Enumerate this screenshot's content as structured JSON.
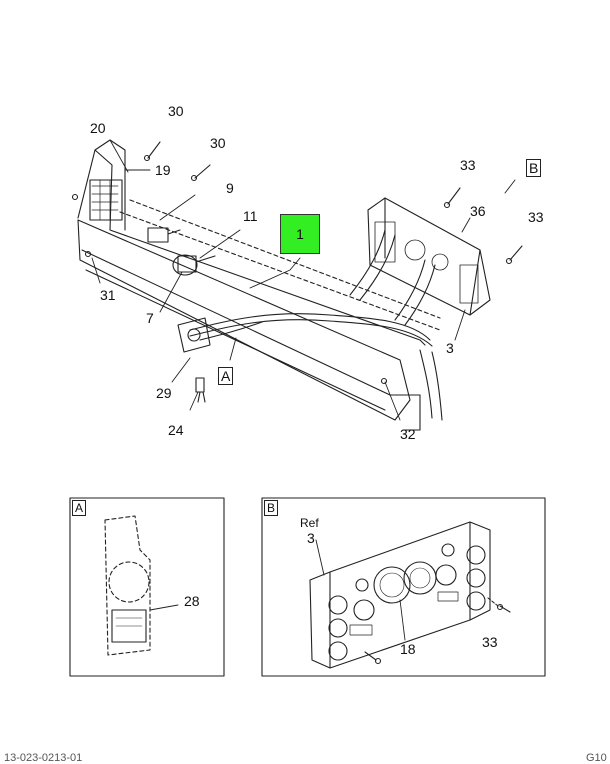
{
  "highlighted_part": "1",
  "callouts": {
    "c30a": "30",
    "c30b": "30",
    "c20": "20",
    "c19": "19",
    "c9": "9",
    "c11": "11",
    "c7": "7",
    "c31": "31",
    "c29": "29",
    "c24": "24",
    "c32": "32",
    "c3": "3",
    "c36": "36",
    "c33a": "33",
    "c33b": "33",
    "c28": "28",
    "c18": "18",
    "c33c": "33",
    "ref3": "3"
  },
  "view_labels": {
    "a_main": "A",
    "b_main": "B",
    "a_detail": "A",
    "b_detail": "B"
  },
  "ref_label": "Ref",
  "footer": {
    "left": "13-023-0213-01",
    "right": "G10"
  }
}
